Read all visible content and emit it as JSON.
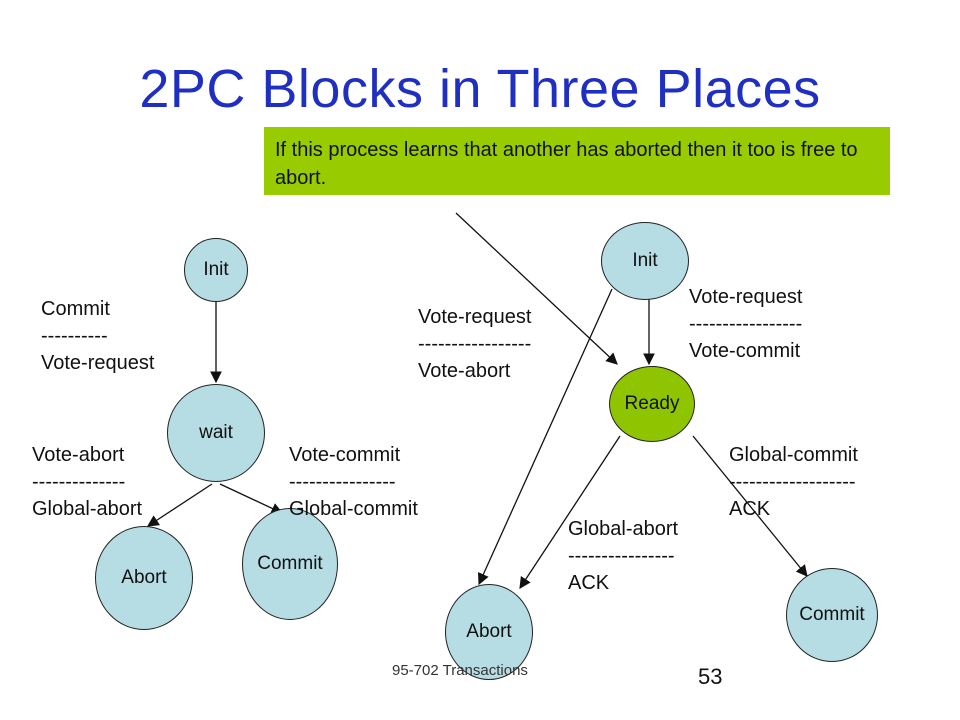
{
  "slide": {
    "title": "2PC Blocks in Three Places",
    "callout": "If this process learns that another has aborted then it too is free to abort.",
    "footer": "95-702 Transactions",
    "page_number": "53"
  },
  "coordinator": {
    "states": {
      "init": "Init",
      "wait": "wait",
      "abort": "Abort",
      "commit": "Commit"
    },
    "transitions": {
      "init_to_wait": [
        "Commit",
        "----------",
        "Vote-request"
      ],
      "wait_to_abort": [
        "Vote-abort",
        "--------------",
        "Global-abort"
      ],
      "wait_to_commit": [
        "Vote-commit",
        "----------------",
        "Global-commit"
      ]
    }
  },
  "participant": {
    "states": {
      "init": "Init",
      "ready": "Ready",
      "abort": "Abort",
      "commit": "Commit"
    },
    "transitions": {
      "init_to_abort": [
        "Vote-request",
        "-----------------",
        "Vote-abort"
      ],
      "init_to_ready": [
        "Vote-request",
        "-----------------",
        "Vote-commit"
      ],
      "ready_to_abort": [
        "Global-abort",
        "----------------",
        "ACK"
      ],
      "ready_to_commit": [
        "Global-commit",
        "-------------------",
        "ACK"
      ]
    }
  },
  "colors": {
    "title": "#1f2fc2",
    "callout_bg": "#99cc00",
    "state_fill": "#b6dde4",
    "ready_fill": "#8fc400"
  }
}
